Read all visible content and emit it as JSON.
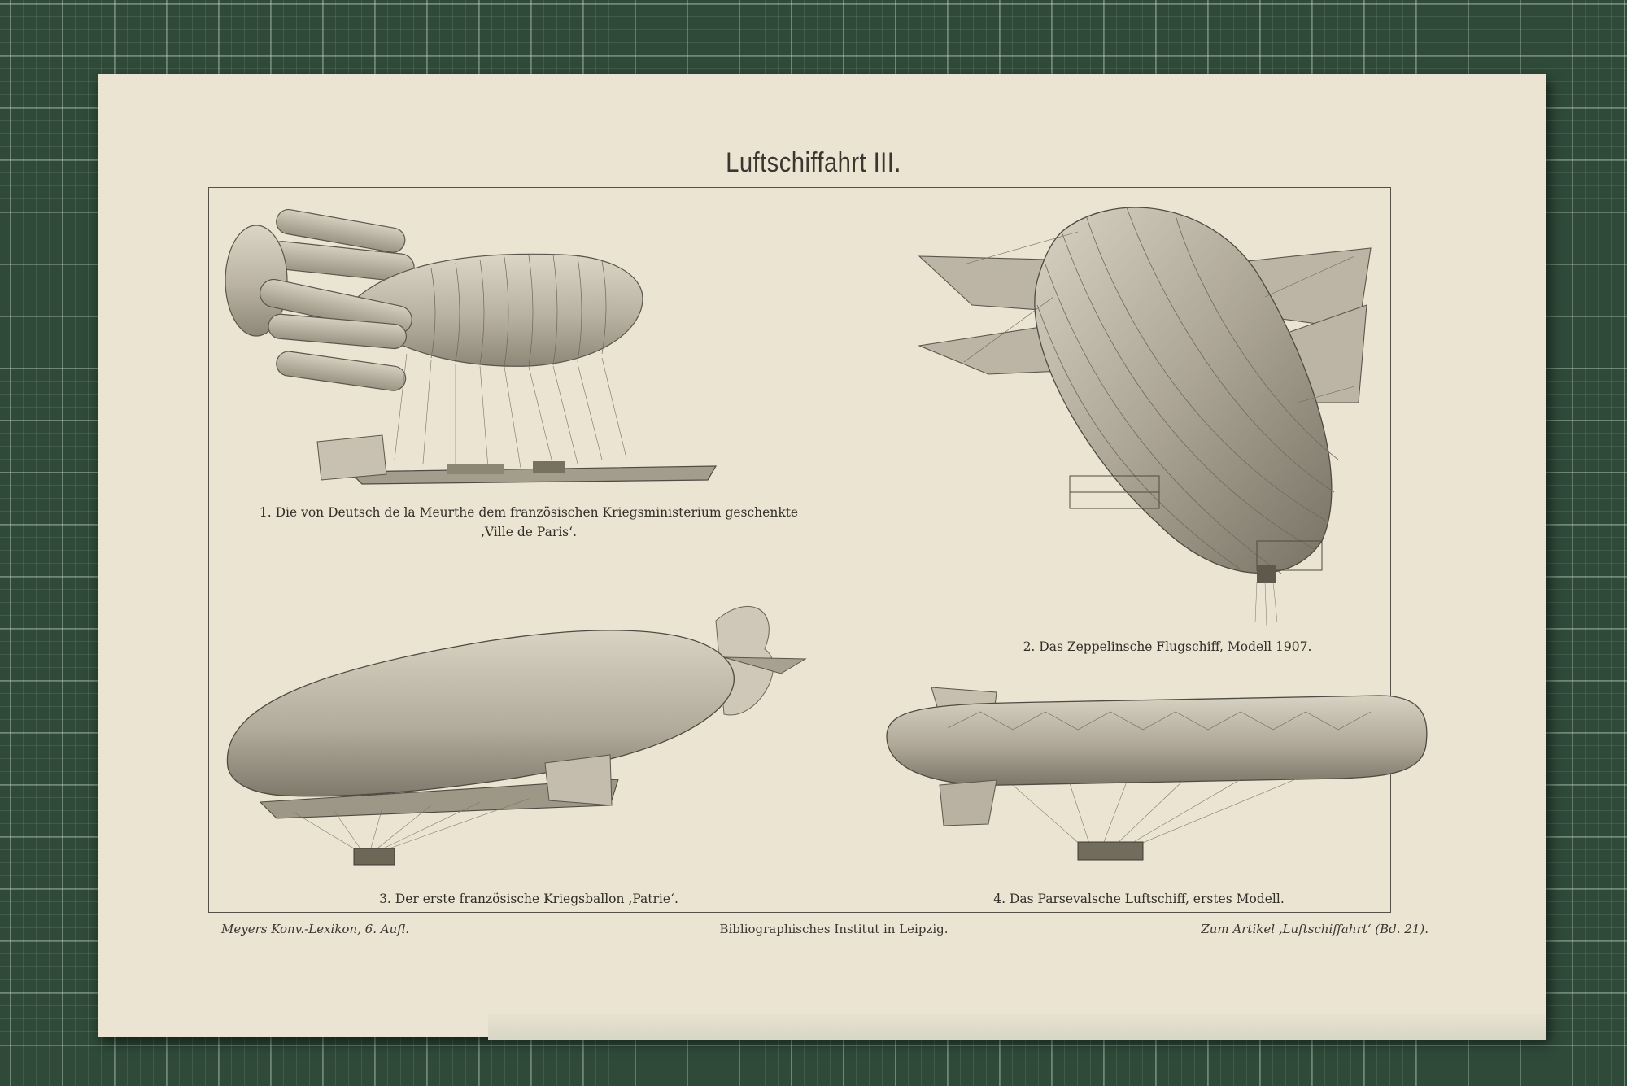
{
  "plate": {
    "title": "Luftschiffahrt III.",
    "figures": [
      {
        "caption_line1": "1. Die von Deutsch de la Meurthe dem französischen Kriegsministerium geschenkte",
        "caption_line2": "‚Ville de Paris‘."
      },
      {
        "caption": "2. Das Zeppelinsche Flugschiff, Modell 1907."
      },
      {
        "caption": "3. Der erste französische Kriegsballon ‚Patrie‘."
      },
      {
        "caption": "4. Das Parsevalsche Luftschiff, erstes Modell."
      }
    ],
    "footer": {
      "left": "Meyers Konv.-Lexikon, 6. Aufl.",
      "center": "Bibliographisches Institut in Leipzig.",
      "right": "Zum Artikel ‚Luftschiffahrt‘ (Bd. 21)."
    }
  },
  "colors": {
    "paper": "#ebe4d3",
    "mat_green": "#2f4a38",
    "ink": "#322e28"
  }
}
